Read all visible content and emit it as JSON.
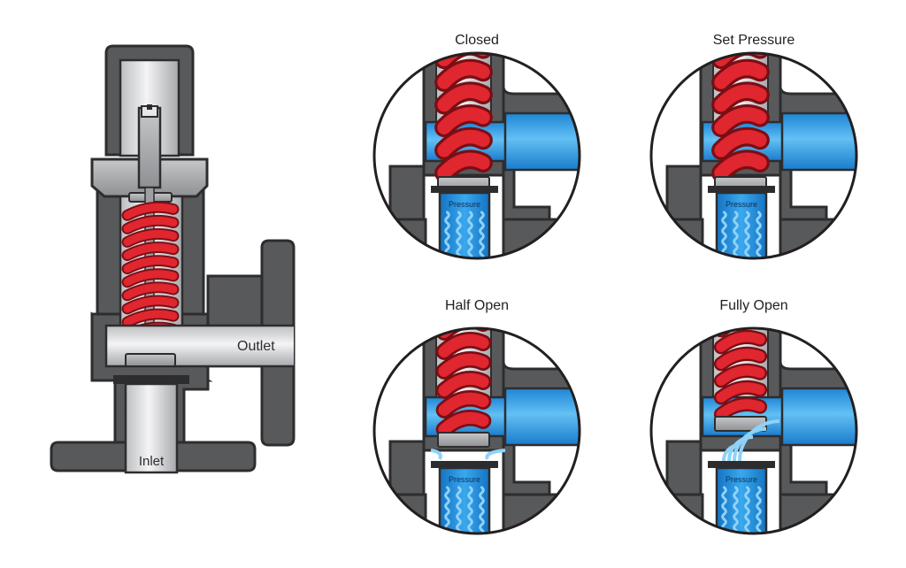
{
  "main_valve": {
    "outlet_label": "Outlet",
    "inlet_label": "Inlet"
  },
  "states": [
    {
      "title": "Closed",
      "pressure_label": "Pressure"
    },
    {
      "title": "Set Pressure",
      "pressure_label": "Pressure"
    },
    {
      "title": "Half Open",
      "pressure_label": "Pressure"
    },
    {
      "title": "Fully Open",
      "pressure_label": "Pressure"
    }
  ],
  "colors": {
    "body": "#58595b",
    "body_dark": "#3a3a3c",
    "body_light": "#9d9fa2",
    "spring": "#e0262f",
    "spring_dark": "#a01820",
    "fluid": "#2f9be3",
    "fluid_light": "#8fd2f7",
    "fluid_dark": "#1473c2",
    "bore": "#e6e7e8"
  }
}
